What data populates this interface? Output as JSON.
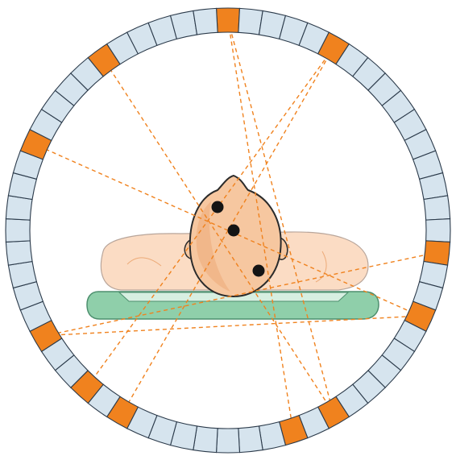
{
  "figure": {
    "subject": "pet-scanner-cross-section",
    "colors": {
      "background": "#ffffff",
      "detector_idle": "#d6e4ee",
      "detector_active": "#f0821e",
      "detector_stroke": "#2b3a4a",
      "ray": "#f0821e",
      "skin": "#f6c7a0",
      "skin_dark": "#ecaa78",
      "skin_stroke": "#2b2b2b",
      "body_fill": "#fbdcc4",
      "body_stroke": "#b8a59a",
      "table_fill": "#8fcfaa",
      "table_stroke": "#4d8f6e",
      "mattress_fill": "#d7efe1",
      "hotspot": "#141414"
    },
    "detector_ring": {
      "segment_count": 60,
      "active_segments": [
        0,
        5,
        16,
        19,
        25,
        27,
        35,
        37,
        40,
        49,
        54
      ]
    },
    "coincidence_pairs": [
      [
        0,
        27
      ],
      [
        5,
        35
      ],
      [
        5,
        37
      ],
      [
        16,
        40
      ],
      [
        19,
        49
      ],
      [
        19,
        40
      ],
      [
        25,
        54
      ],
      [
        0,
        25
      ]
    ],
    "hotspots": [
      "hotspot-1",
      "hotspot-2",
      "hotspot-3"
    ],
    "icons": [
      "detector-ring-icon",
      "patient-head-icon",
      "patient-body-icon",
      "scanner-table-icon"
    ]
  }
}
